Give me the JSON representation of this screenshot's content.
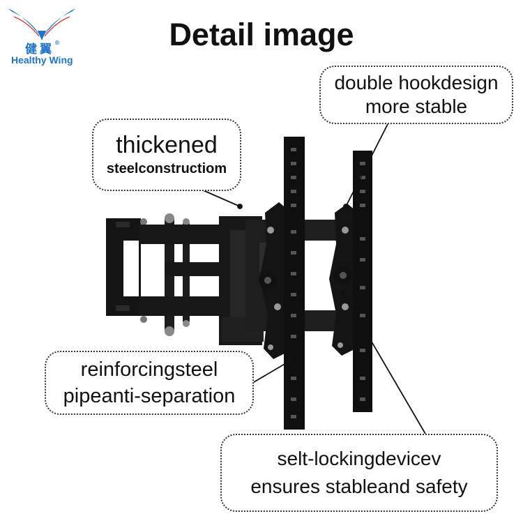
{
  "brand": {
    "name_cn": "健翼",
    "registered_mark": "®",
    "name_en": "Healthy Wing"
  },
  "title": "Detail image",
  "callouts": {
    "double_hook": {
      "line1": "double hookdesign",
      "line2": "more stable"
    },
    "thickened": {
      "line1": "thickened",
      "line2": "steelconstructiom"
    },
    "reinforcing": {
      "line1": "reinforcingsteel",
      "line2": "pipeanti-separation"
    },
    "self_locking": {
      "line1": "selt-lockingdevicev",
      "line2": "ensures stableand safety"
    }
  },
  "colors": {
    "brand_blue": "#1f74c9",
    "mount_black": "#141414",
    "outline": "#333333"
  }
}
